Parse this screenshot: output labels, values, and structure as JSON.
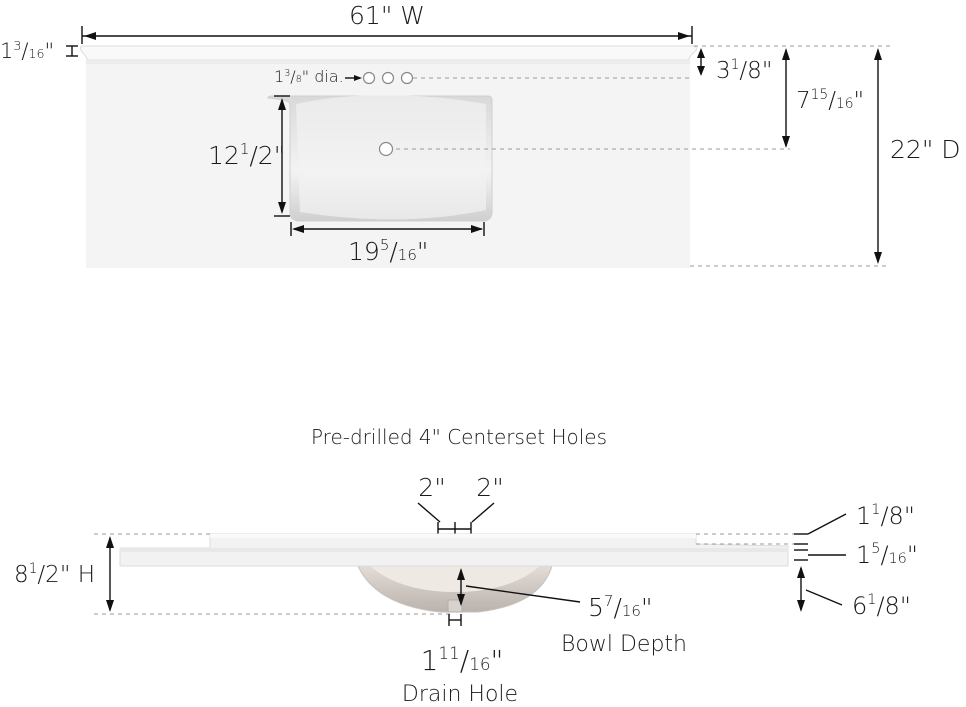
{
  "top_view": {
    "width": {
      "whole": "61",
      "unit": "\" W"
    },
    "backsplash_height": {
      "whole": "1",
      "num": "3",
      "den": "16",
      "unit": "\""
    },
    "hole_diameter": {
      "whole": "1",
      "num": "3",
      "den": "8",
      "unit": "\" dia."
    },
    "hole_setback": {
      "whole": "3",
      "num": "1",
      "den": "8",
      "unit": "\""
    },
    "drain_setback": {
      "whole": "7",
      "num": "15",
      "den": "16",
      "unit": "\""
    },
    "depth": {
      "whole": "22",
      "unit": "\" D"
    },
    "bowl_length": {
      "whole": "12",
      "num": "1",
      "den": "2",
      "unit": "\""
    },
    "bowl_width": {
      "whole": "19",
      "num": "5",
      "den": "16",
      "unit": "\""
    }
  },
  "side_view": {
    "title": "Pre-drilled 4\" Centerset Holes",
    "hole_spacing_left": "2\"",
    "hole_spacing_right": "2\"",
    "overall_height": {
      "whole": "8",
      "num": "1",
      "den": "2",
      "unit": "\" H"
    },
    "backsplash_thickness": {
      "whole": "1",
      "num": "1",
      "den": "8",
      "unit": "\""
    },
    "deck_thickness": {
      "whole": "1",
      "num": "5",
      "den": "16",
      "unit": "\""
    },
    "bowl_below_deck": {
      "whole": "6",
      "num": "1",
      "den": "8",
      "unit": "\""
    },
    "bowl_depth": {
      "whole": "5",
      "num": "7",
      "den": "16",
      "unit": "\""
    },
    "bowl_depth_label": "Bowl Depth",
    "drain_hole": {
      "whole": "1",
      "num": "11",
      "den": "16",
      "unit": "\""
    },
    "drain_hole_label": "Drain Hole"
  },
  "colors": {
    "countertop": "#f4f4f4",
    "basin": "#e9e9e9",
    "lines": "#111111",
    "guide": "#9a9a9a"
  }
}
